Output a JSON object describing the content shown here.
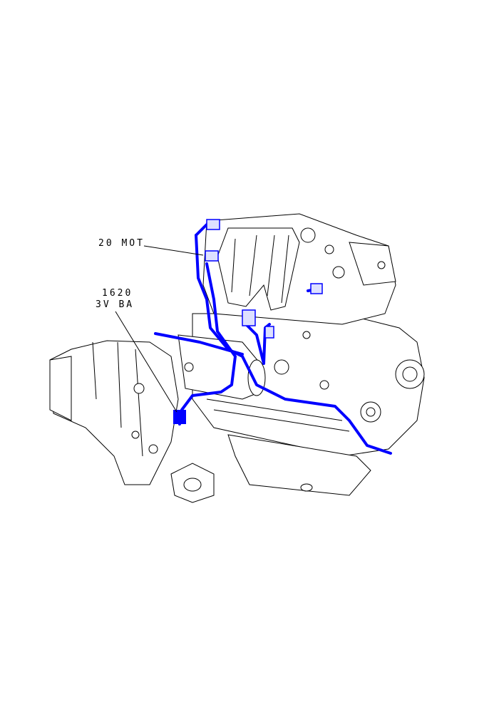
{
  "labels": {
    "engine_harness": "20 MOT",
    "connector_code": "1620",
    "connector_desc": "3V BA"
  },
  "colors": {
    "harness": "#0000ff",
    "line": "#000000"
  }
}
